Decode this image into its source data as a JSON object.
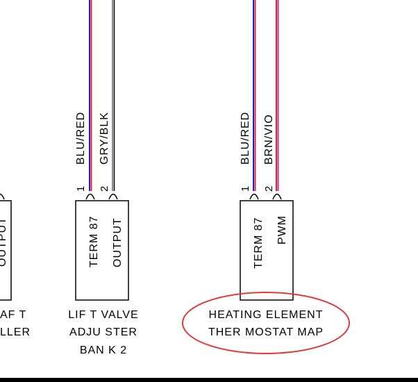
{
  "connectors": [
    {
      "id": "partial-left",
      "pins": [
        {
          "number": "",
          "label": "OUTPUT"
        }
      ],
      "caption": [
        "AF T",
        "LLER"
      ]
    },
    {
      "id": "lift-valve",
      "pins": [
        {
          "number": "1",
          "label": "TERM 87",
          "wire": "BLU/RED"
        },
        {
          "number": "2",
          "label": "OUTPUT",
          "wire": "GRY/BLK"
        }
      ],
      "caption": [
        "LIF T VALVE",
        "ADJU STER",
        "BAN K 2"
      ]
    },
    {
      "id": "heating-element",
      "pins": [
        {
          "number": "1",
          "label": "TERM 87",
          "wire": "BLU/RED"
        },
        {
          "number": "2",
          "label": "PWM",
          "wire": "BRN/VIO"
        }
      ],
      "caption": [
        "HEATING ELEMENT",
        "THER MOSTAT MAP"
      ],
      "highlighted": true
    }
  ],
  "colors": {
    "blue": "#1b1bd6",
    "red": "#e0202a",
    "magenta": "#d0209a",
    "gray": "#8a8a8a",
    "highlight": "#e03a3a"
  }
}
